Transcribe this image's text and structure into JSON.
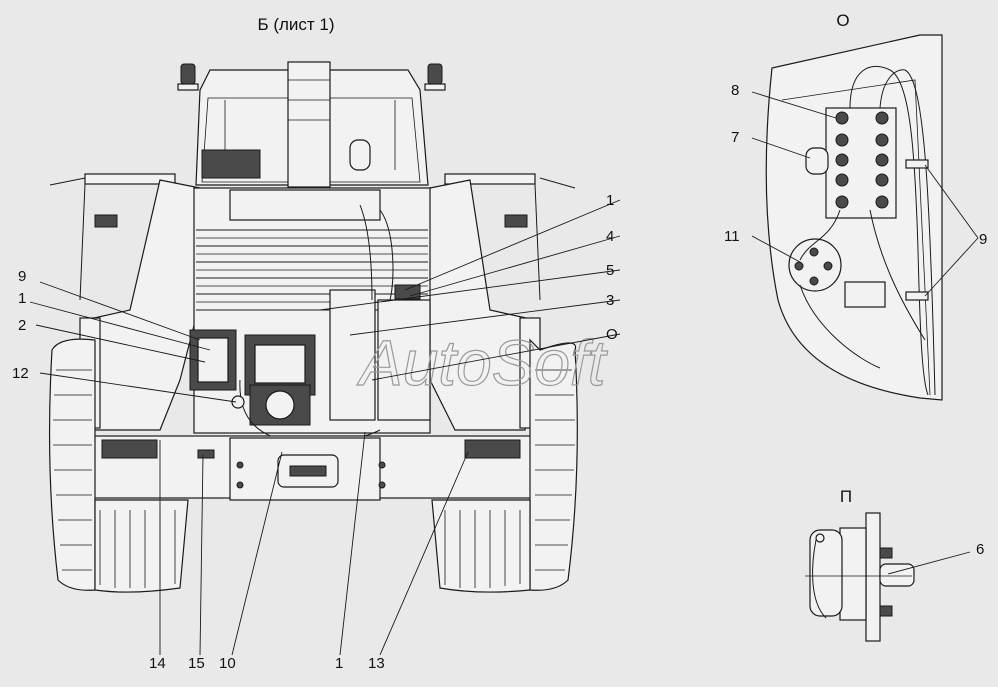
{
  "views": {
    "main_title": "Б (лист 1)",
    "detail_o_title": "О",
    "detail_p_title": "П"
  },
  "watermark": "AutoSoft",
  "callouts": {
    "main": [
      {
        "id": "c9",
        "text": "9"
      },
      {
        "id": "c1a",
        "text": "1"
      },
      {
        "id": "c2",
        "text": "2"
      },
      {
        "id": "c12",
        "text": "12"
      },
      {
        "id": "c1b",
        "text": "1"
      },
      {
        "id": "c4",
        "text": "4"
      },
      {
        "id": "c5",
        "text": "5"
      },
      {
        "id": "c3",
        "text": "3"
      },
      {
        "id": "cO",
        "text": "О"
      },
      {
        "id": "c14",
        "text": "14"
      },
      {
        "id": "c15",
        "text": "15"
      },
      {
        "id": "c10",
        "text": "10"
      },
      {
        "id": "c1c",
        "text": "1"
      },
      {
        "id": "c13",
        "text": "13"
      }
    ],
    "detail_o": [
      {
        "id": "d8",
        "text": "8"
      },
      {
        "id": "d7",
        "text": "7"
      },
      {
        "id": "d11",
        "text": "11"
      },
      {
        "id": "d9",
        "text": "9"
      }
    ],
    "detail_p": [
      {
        "id": "p6",
        "text": "6"
      }
    ]
  },
  "colors": {
    "background": "#e9e9e9",
    "line": "#1a1a1a",
    "watermark": "#9a9a9a"
  }
}
